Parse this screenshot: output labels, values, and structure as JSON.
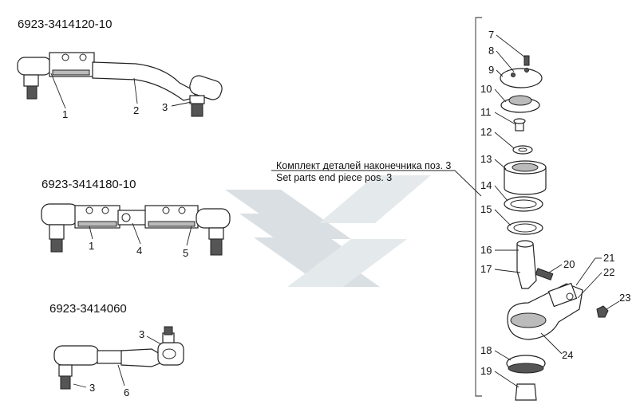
{
  "assemblies": [
    {
      "code": "6923-3414120-10"
    },
    {
      "code": "6923-3414180-10"
    },
    {
      "code": "6923-3414060"
    }
  ],
  "callouts": {
    "a1": [
      "1",
      "2",
      "3"
    ],
    "a2": [
      "1",
      "4",
      "5"
    ],
    "a3": [
      "3",
      "3",
      "6"
    ],
    "kit": [
      "7",
      "8",
      "9",
      "10",
      "11",
      "12",
      "13",
      "14",
      "15",
      "16",
      "17",
      "18",
      "19",
      "20",
      "21",
      "22",
      "23",
      "24"
    ]
  },
  "kit_caption": {
    "ru": "Комплект деталей наконечника поз. 3",
    "en": "Set parts end piece pos. 3"
  },
  "watermark": {
    "color": "#d5dcdf"
  }
}
